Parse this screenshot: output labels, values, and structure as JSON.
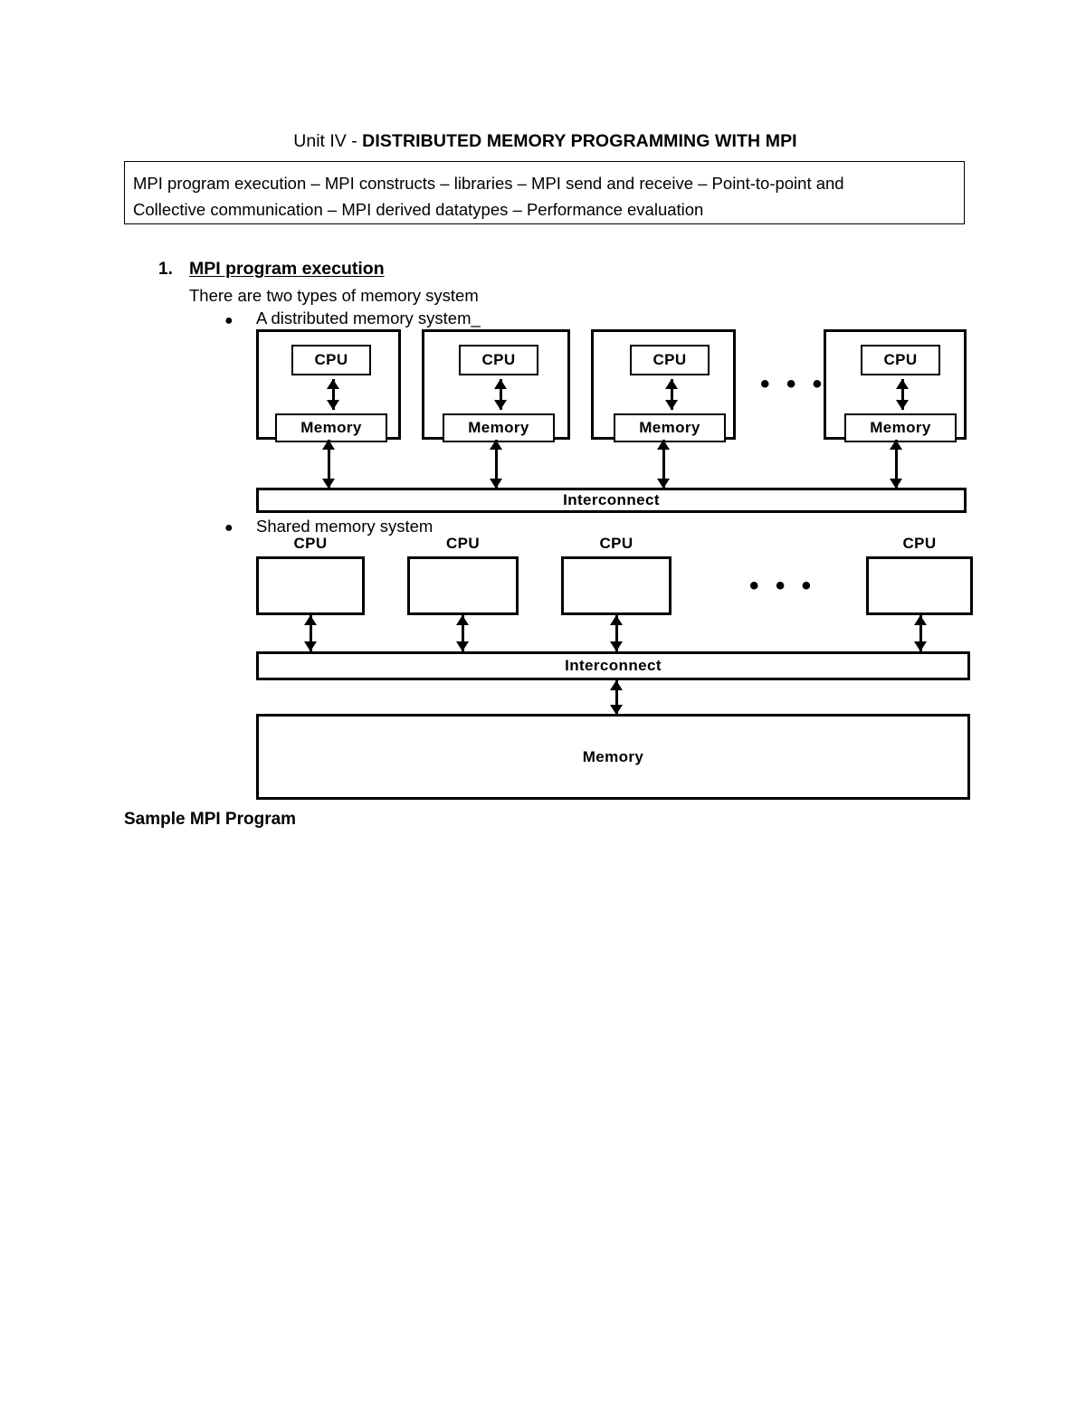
{
  "document": {
    "title_prefix": "Unit IV - ",
    "title_main": "DISTRIBUTED MEMORY PROGRAMMING WITH MPI",
    "syllabus_line1": "MPI program execution – MPI constructs – libraries – MPI send and receive – Point-to-point and",
    "syllabus_line2": "Collective communication – MPI derived datatypes  – Performance evaluation",
    "section_number": "1.",
    "section_heading": "MPI program execution",
    "section_intro": "There are two types of memory system",
    "bullet_dot": "●",
    "bullet1": "A distributed memory system_",
    "bullet2": "Shared memory system",
    "footer_heading": "Sample MPI Program"
  },
  "diagram_distributed": {
    "node_count": 4,
    "cpu_label": "CPU",
    "memory_label": "Memory",
    "interconnect_label": "Interconnect",
    "ellipsis": "• • •",
    "nodes": [
      {
        "cpu": "CPU",
        "memory": "Memory"
      },
      {
        "cpu": "CPU",
        "memory": "Memory"
      },
      {
        "cpu": "CPU",
        "memory": "Memory"
      },
      {
        "cpu": "CPU",
        "memory": "Memory"
      }
    ]
  },
  "diagram_shared": {
    "cpu_count": 4,
    "cpu_labels": [
      "CPU",
      "CPU",
      "CPU",
      "CPU"
    ],
    "interconnect_label": "Interconnect",
    "memory_label": "Memory",
    "ellipsis": "• • •"
  },
  "colors": {
    "ink": "#000000",
    "page": "#ffffff"
  }
}
